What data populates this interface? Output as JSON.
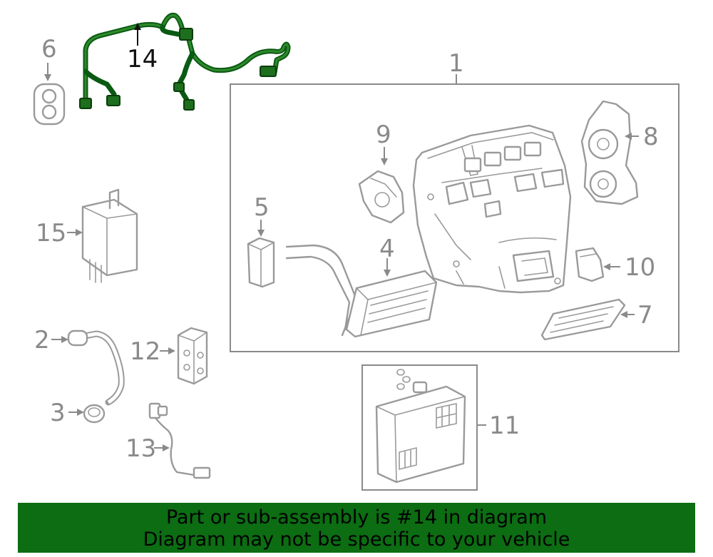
{
  "callouts": {
    "c1": "1",
    "c2": "2",
    "c3": "3",
    "c4": "4",
    "c5": "5",
    "c6": "6",
    "c7": "7",
    "c8": "8",
    "c9": "9",
    "c10": "10",
    "c11": "11",
    "c12": "12",
    "c13": "13",
    "c14": "14",
    "c15": "15"
  },
  "highlighted_part": "14",
  "colors": {
    "highlight": "#0a5a14",
    "banner_background": "#0c6d13",
    "parts_outline": "#9a9a9a"
  },
  "banner": {
    "line1": "Part or sub-assembly is #14 in diagram",
    "line2": "Diagram may not be specific to your vehicle"
  }
}
